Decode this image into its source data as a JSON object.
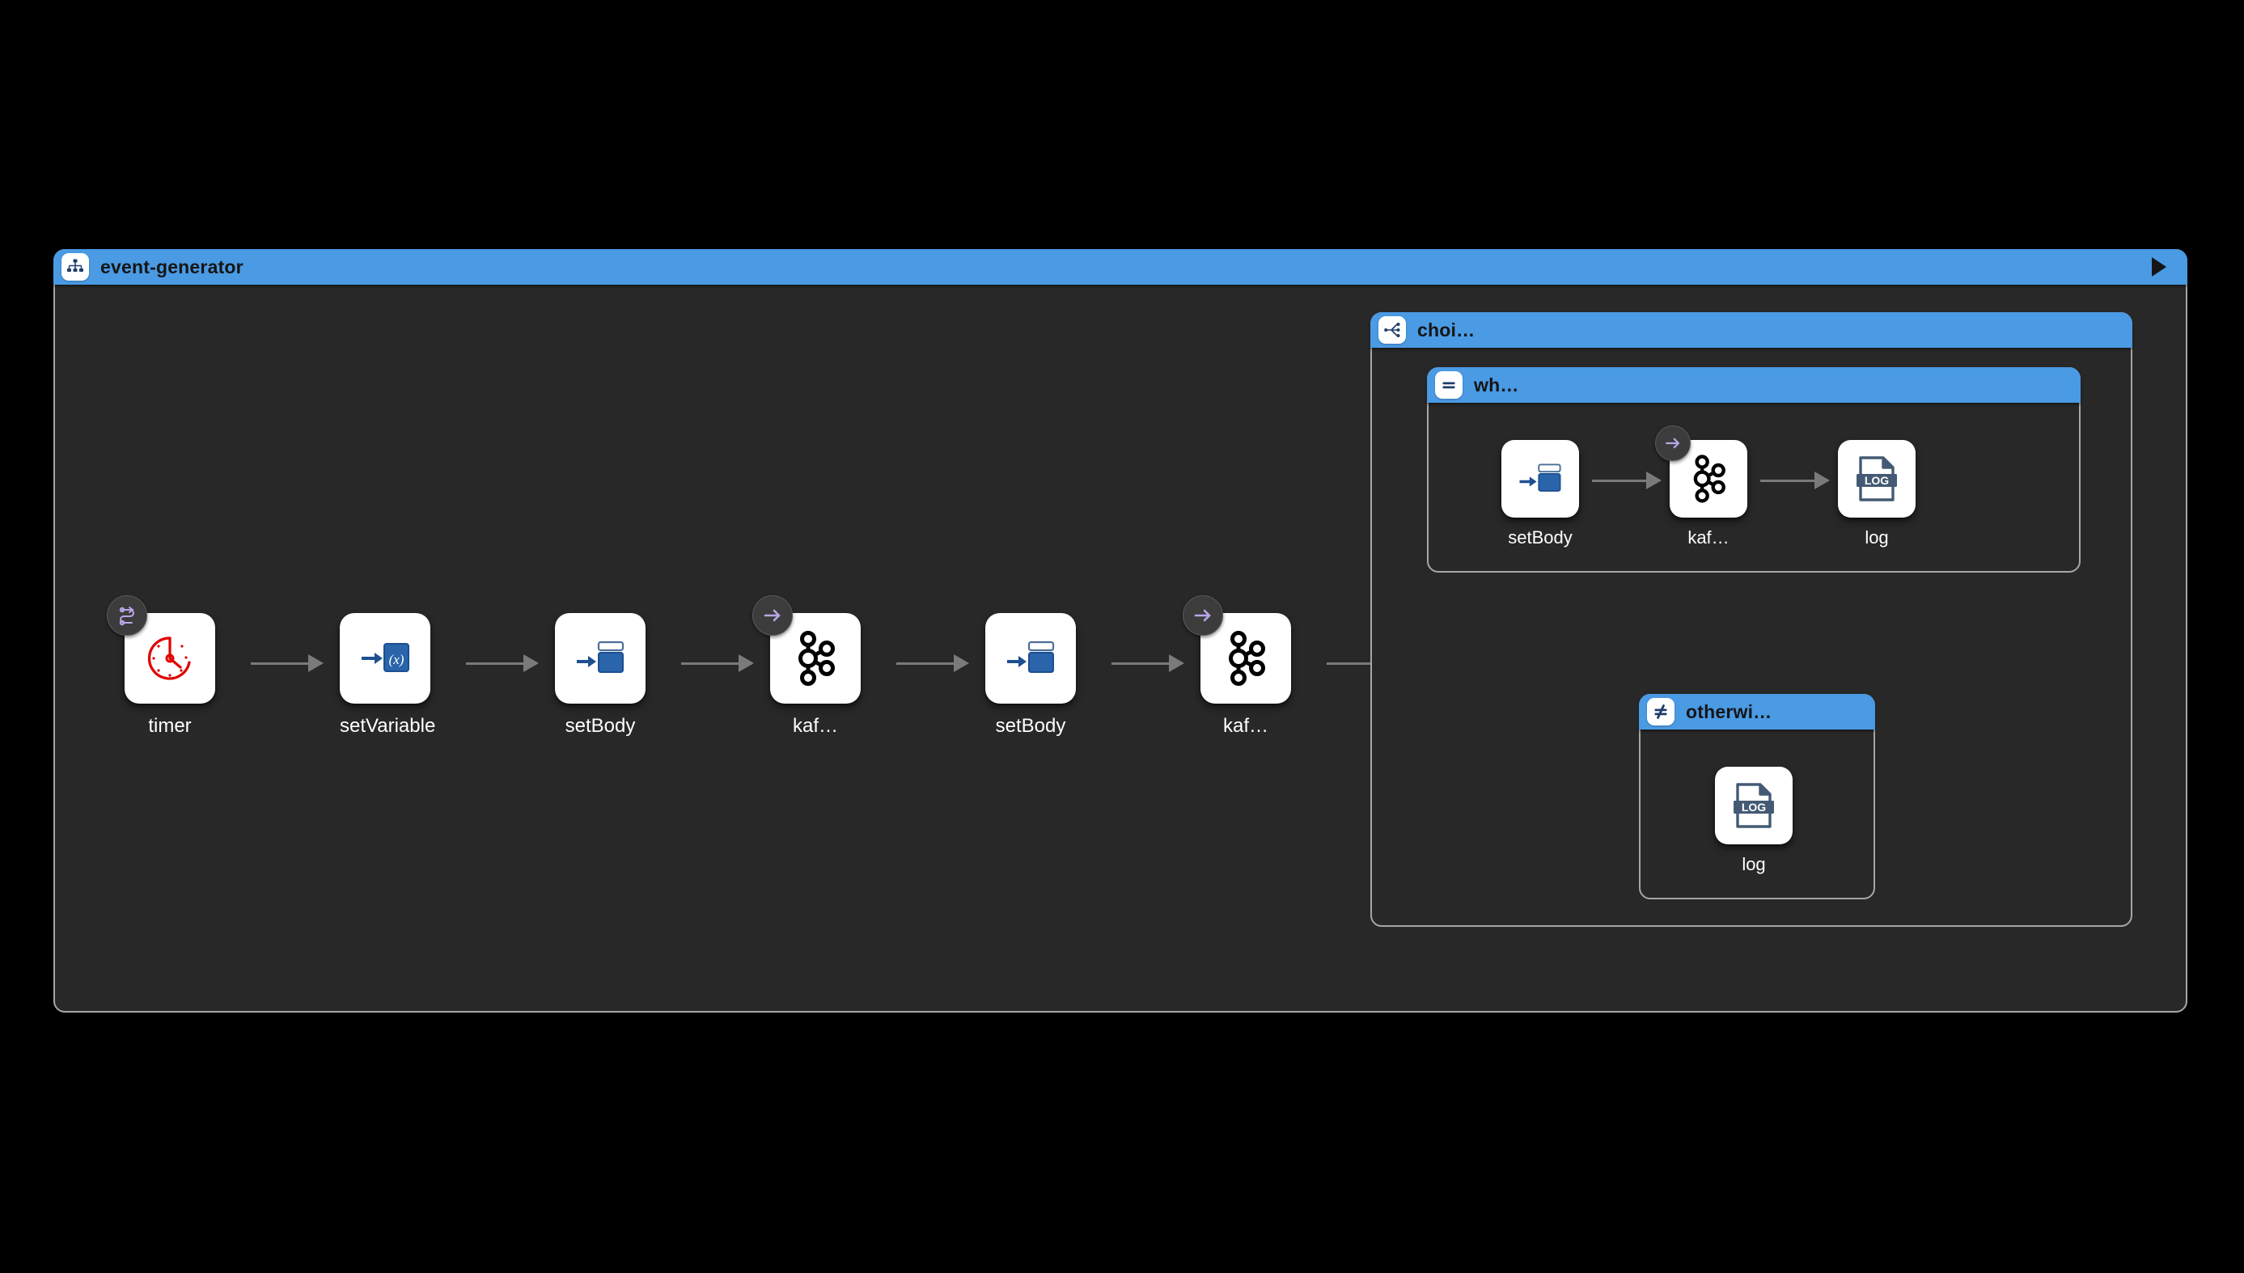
{
  "canvas": {
    "background": "#000000",
    "panel_background": "#282828",
    "border_color": "#a6a6a6",
    "header_color": "#4a9ae4",
    "accent_badge_color": "#b9a6e8"
  },
  "route": {
    "title": "event-generator",
    "icon": "route-hierarchy-icon",
    "play_label": "play-icon",
    "nodes": [
      {
        "id": "timer",
        "label": "timer",
        "icon": "timer-clock-icon",
        "badge": "route-path-badge-icon"
      },
      {
        "id": "setvariable",
        "label": "setVariable",
        "icon": "set-variable-icon",
        "badge": null
      },
      {
        "id": "setbody-1",
        "label": "setBody",
        "icon": "set-body-icon",
        "badge": null
      },
      {
        "id": "kafka-1",
        "label": "kaf…",
        "icon": "kafka-icon",
        "badge": "arrow-right-badge-icon"
      },
      {
        "id": "setbody-2",
        "label": "setBody",
        "icon": "set-body-icon",
        "badge": null
      },
      {
        "id": "kafka-2",
        "label": "kaf…",
        "icon": "kafka-icon",
        "badge": "arrow-right-badge-icon"
      }
    ]
  },
  "choice": {
    "title": "choi…",
    "icon": "choice-branch-icon",
    "branches": [
      {
        "id": "when",
        "title": "wh…",
        "icon": "equals-icon",
        "nodes": [
          {
            "id": "when-setbody",
            "label": "setBody",
            "icon": "set-body-icon",
            "badge": null
          },
          {
            "id": "when-kafka",
            "label": "kaf…",
            "icon": "kafka-icon",
            "badge": "arrow-right-badge-icon"
          },
          {
            "id": "when-log",
            "label": "log",
            "icon": "log-file-icon",
            "badge": null
          }
        ]
      },
      {
        "id": "otherwise",
        "title": "otherwi…",
        "icon": "not-equals-icon",
        "nodes": [
          {
            "id": "otherwise-log",
            "label": "log",
            "icon": "log-file-icon",
            "badge": null
          }
        ]
      }
    ]
  }
}
